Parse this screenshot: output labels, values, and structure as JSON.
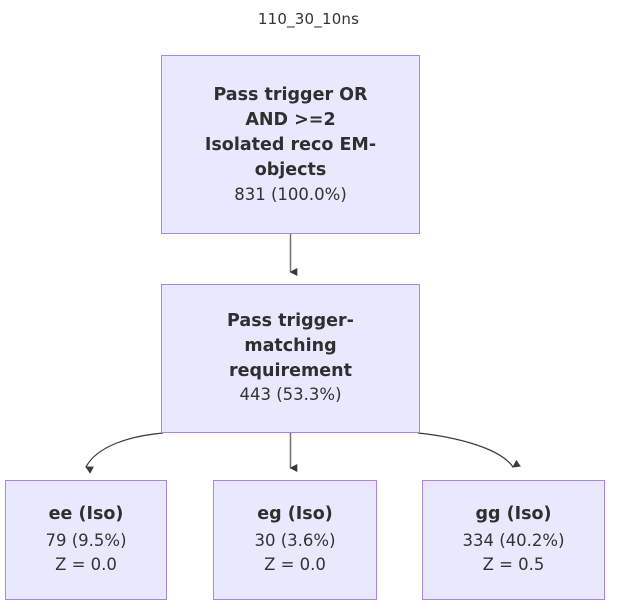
{
  "chart_data": {
    "type": "diagram",
    "title": "110_30_10ns",
    "diagram_kind": "flowchart",
    "orientation": "top-down",
    "nodes": [
      {
        "id": "root",
        "label": "Pass trigger OR\nAND >=2\nIsolated reco EM-\nobjects",
        "count": 831,
        "percent": "100.0%",
        "count_text": "831 (100.0%)"
      },
      {
        "id": "match",
        "label": "Pass trigger-\nmatching\nrequirement",
        "count": 443,
        "percent": "53.3%",
        "count_text": "443 (53.3%)"
      },
      {
        "id": "ee",
        "label": "ee (Iso)",
        "count": 79,
        "percent": "9.5%",
        "count_text": "79 (9.5%)",
        "z_text": "Z = 0.0",
        "z": 0.0
      },
      {
        "id": "eg",
        "label": "eg (Iso)",
        "count": 30,
        "percent": "3.6%",
        "count_text": "30 (3.6%)",
        "z_text": "Z = 0.0",
        "z": 0.0
      },
      {
        "id": "gg",
        "label": "gg (Iso)",
        "count": 334,
        "percent": "40.2%",
        "count_text": "334 (40.2%)",
        "z_text": "Z = 0.5",
        "z": 0.5
      }
    ],
    "edges": [
      {
        "from": "root",
        "to": "match",
        "style": "straight"
      },
      {
        "from": "match",
        "to": "ee",
        "style": "curved"
      },
      {
        "from": "match",
        "to": "eg",
        "style": "straight"
      },
      {
        "from": "match",
        "to": "gg",
        "style": "curved"
      }
    ],
    "colors": {
      "node_fill": "#e9e9fd",
      "node_border": "#a887dd",
      "edge": "#555555",
      "text": "#333333",
      "background": "#ffffff"
    }
  }
}
